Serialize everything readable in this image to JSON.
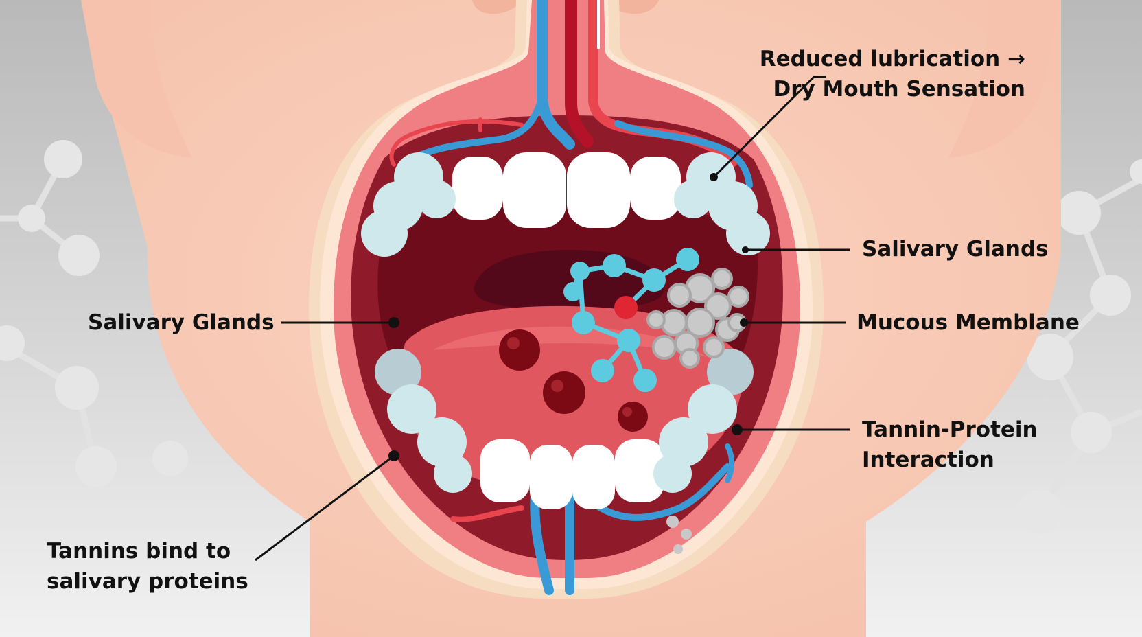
{
  "labels": {
    "reduced_lubrication": {
      "line1": "Reduced lubrication →",
      "line2": "Dry Mouth Sensation"
    },
    "salivary_glands_right": "Salivary Glands",
    "salivary_glands_left": "Salivary Glands",
    "mucous_membrane": "Mucous Memblane",
    "tannin_protein": {
      "line1": "Tannin-Protein",
      "line2": "Interaction"
    },
    "tannins_bind": {
      "line1": "Tannins bind to",
      "line2": "salivary proteins"
    }
  },
  "colors": {
    "background": "#e9e9e9",
    "skin": "#f9cdb8",
    "gums": "#f08c8c",
    "mouth_cavity": "#7a1020",
    "tongue": "#e25a62",
    "teeth": "#ffffff",
    "saliva": "#cfe8ec",
    "vessel_blue": "#3a9ad6",
    "vessel_red": "#e8454f",
    "tannin_molecule": "#5ccbe0",
    "protein_cluster": "#c9c9c9",
    "leader_line": "#111111"
  }
}
